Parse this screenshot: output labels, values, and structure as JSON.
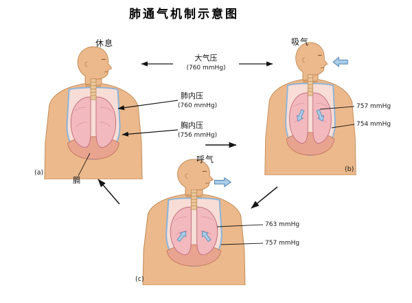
{
  "title": "肺通气机制示意图",
  "figures": {
    "rest": {
      "label": "休息",
      "tag": "(a)",
      "diaphragm_label": "膈"
    },
    "inhale": {
      "label": "吸气",
      "tag": "(b)",
      "pressures": [
        "757 mmHg",
        "754 mmHg"
      ]
    },
    "exhale": {
      "label": "呼气",
      "tag": "(c)",
      "pressures": [
        "763 mmHg",
        "757 mmHg"
      ]
    }
  },
  "annotations": {
    "atmospheric": {
      "name": "大气压",
      "value": "(760 mmHg)"
    },
    "intrapulmonary": {
      "name": "肺内压",
      "value": "(760 mmHg)"
    },
    "intrapleural": {
      "name": "胸内压",
      "value": "(756 mmHg)"
    }
  },
  "colors": {
    "background": "#ffffff",
    "text": "#141414",
    "skin": "#ecb98c",
    "skin_outline": "#c08a55",
    "lung": "#f2b9bf",
    "lung_outline": "#c2707e",
    "pleura_line": "#8ab4da",
    "cavity": "#f7ddd6",
    "diaphragm": "#e8a48e",
    "airflow_arrow": "#a9cde9",
    "airflow_arrow_border": "#4a7fb0",
    "connector": "#141414"
  }
}
